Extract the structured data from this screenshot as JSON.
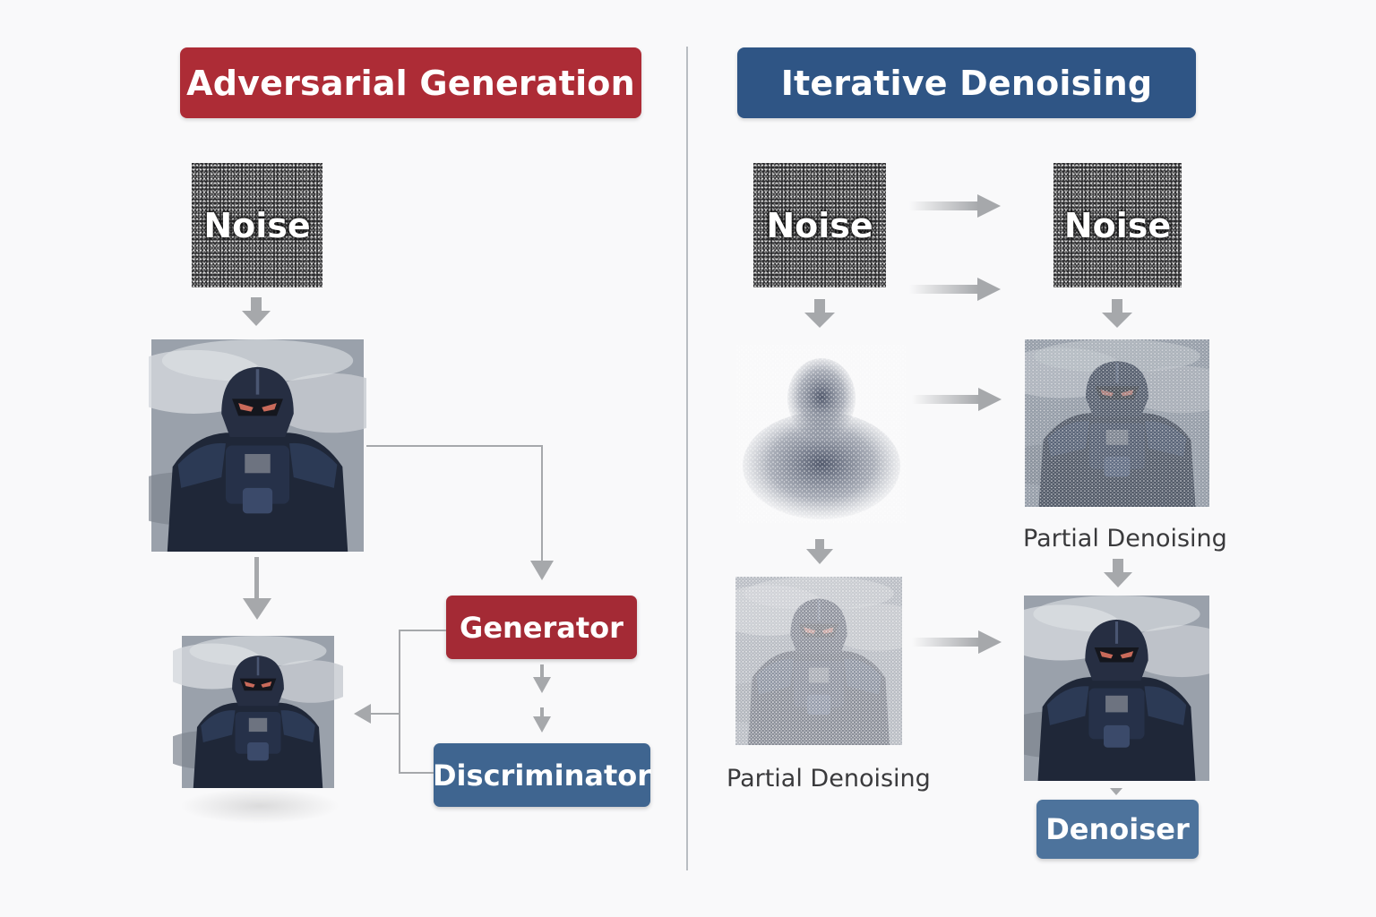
{
  "left_panel": {
    "title": "Adversarial Generation",
    "noise_label": "Noise",
    "generator_label": "Generator",
    "discriminator_label": "Discriminator"
  },
  "right_panel": {
    "title": "Iterative Denoising",
    "noise_label_1": "Noise",
    "noise_label_2": "Noise",
    "partial_caption_right": "Partial Denoising",
    "partial_caption_left": "Partial Denoising",
    "denoiser_label": "Denoiser"
  },
  "colors": {
    "red_accent": "#ad2c36",
    "blue_accent": "#2f5585",
    "arrow_gray": "#a6a8ab"
  }
}
